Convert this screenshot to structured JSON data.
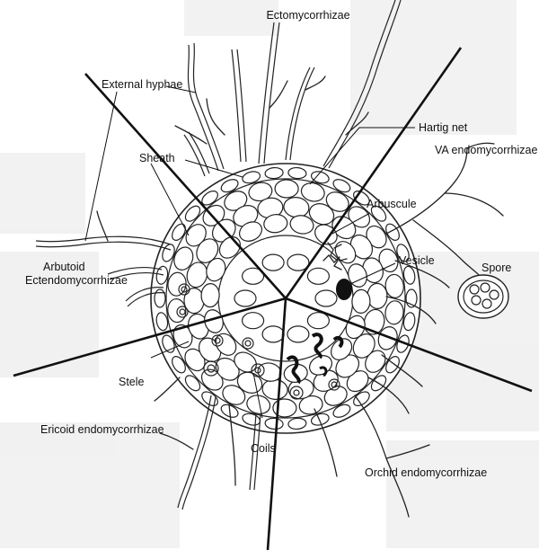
{
  "labels": {
    "ectomycorrhizae": "Ectomycorrhizae",
    "external_hyphae": "External hyphae",
    "hartig_net": "Hartig net",
    "va_endomycorrhizae": "VA endomycorrhizae",
    "sheath": "Sheath",
    "arbuscule": "Arbuscule",
    "vesicle": "Vesicle",
    "spore": "Spore",
    "arbutoid_line1": "Arbutoid",
    "arbutoid_line2": "Ectendomycorrhizae",
    "stele": "Stele",
    "ericoid_endomycorrhizae": "Ericoid endomycorrhizae",
    "coils": "Coils",
    "orchid_endomycorrhizae": "Orchid endomycorrhizae"
  }
}
